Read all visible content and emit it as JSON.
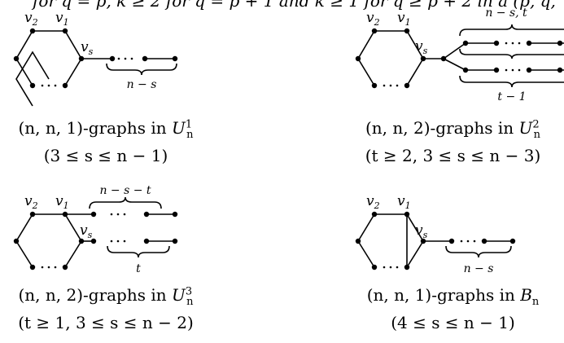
{
  "top_strip": "for q = p, k ≥ 2 for q = p + 1 and k ≥ 1 for q ≥ p + 2 in a (p, q,",
  "vertex_labels": {
    "v2": "v",
    "v2_sub": "2",
    "v1": "v",
    "v1_sub": "1",
    "vs": "v",
    "vs_sub": "s"
  },
  "brace_labels": {
    "n_minus_s": "n − s",
    "t_minus_1": "t − 1",
    "n_minus_s_minus_t": "n − s − t",
    "t": "t",
    "n_minus_s_comma_t": "n − s, t"
  },
  "panels": [
    {
      "caption_prefix": "(n, n, 1)-graphs in ",
      "family": "U",
      "family_sub": "n",
      "family_sup": "1",
      "condition": "(3 ≤ s ≤ n − 1)"
    },
    {
      "caption_prefix": "(n, n, 2)-graphs in ",
      "family": "U",
      "family_sub": "n",
      "family_sup": "2",
      "condition": "(t ≥ 2,  3 ≤ s ≤ n − 3)"
    },
    {
      "caption_prefix": "(n, n, 2)-graphs in ",
      "family": "U",
      "family_sub": "n",
      "family_sup": "3",
      "condition": "(t ≥ 1,  3 ≤ s ≤ n − 2)"
    },
    {
      "caption_prefix": "(n, n, 1)-graphs in ",
      "family": "B",
      "family_sub": "n",
      "family_sup": "",
      "condition": "(4 ≤ s ≤ n − 1)"
    }
  ]
}
